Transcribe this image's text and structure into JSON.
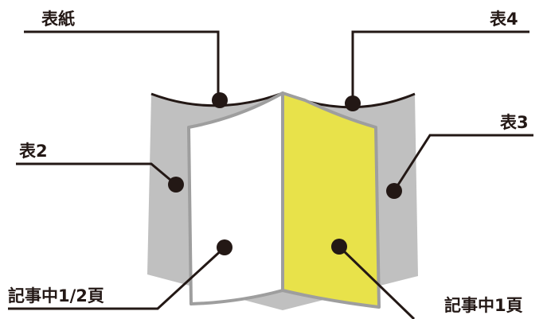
{
  "labels": {
    "cover": "表紙",
    "cover4": "表4",
    "cover2": "表2",
    "cover3": "表3",
    "article_half_page": "記事中1/2頁",
    "article_full_page": "記事中1頁"
  },
  "colors": {
    "cover_stock": "#c0c0c0",
    "cover_edge": "#231815",
    "page_border": "#9e9e9e",
    "half_page_fill": "#ffffff",
    "full_page_fill": "#e8e24a",
    "leader_line": "#231815"
  }
}
